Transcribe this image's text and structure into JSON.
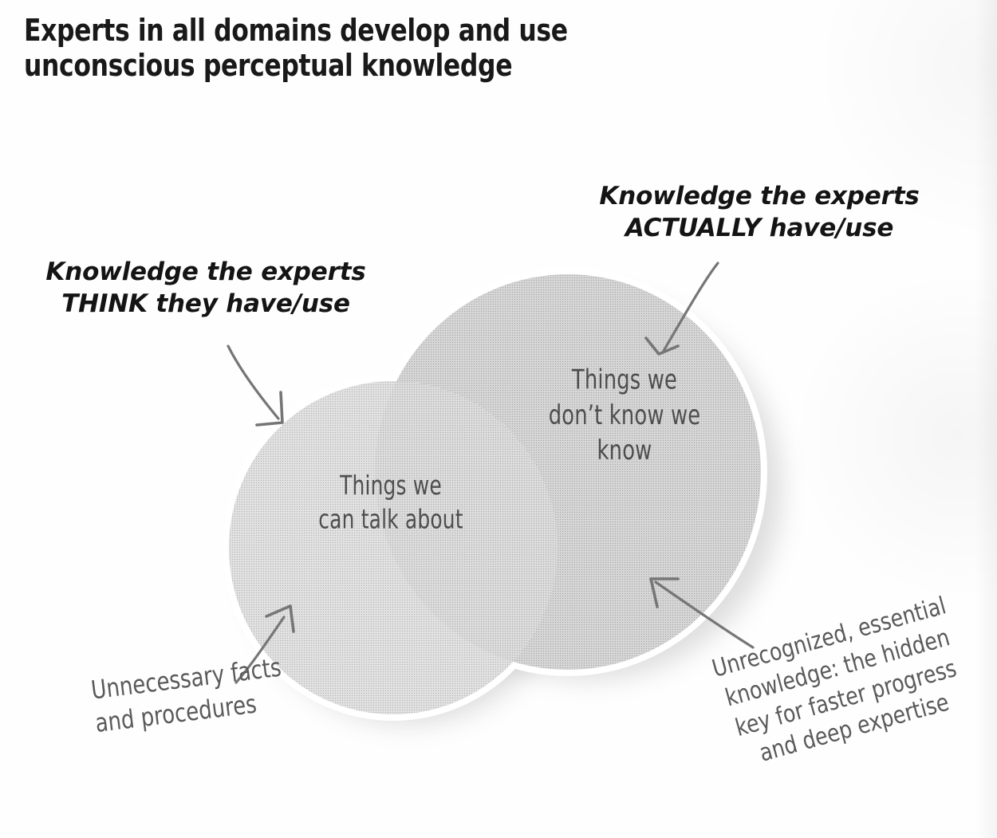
{
  "title": {
    "line1": "Experts in all domains develop and use",
    "line2": "unconscious perceptual knowledge"
  },
  "callouts": {
    "actually": {
      "line1": "Knowledge the experts",
      "line2": "ACTUALLY have/use"
    },
    "think": {
      "line1": "Knowledge the experts",
      "line2": "THINK they have/use"
    }
  },
  "venn": {
    "big_circle": {
      "label_line1": "Things we",
      "label_line2": "don’t know we",
      "label_line3": "know",
      "fill_color": "#d6d6d6",
      "meaning": "Knowledge the experts ACTUALLY have/use"
    },
    "small_circle": {
      "label_line1": "Things we",
      "label_line2": "can talk about",
      "fill_color": "#dedede",
      "meaning": "Knowledge the experts THINK they have/use"
    }
  },
  "annotations": {
    "unnecessary": {
      "line1": "Unnecessary facts",
      "line2": "and procedures"
    },
    "unrecognized": {
      "line1": "Unrecognized, essential",
      "line2": "knowledge: the hidden",
      "line3": "key for faster progress",
      "line4": "and deep expertise"
    }
  },
  "colors": {
    "text": "#141414",
    "hand_text": "#5a5a5a",
    "arrow": "#767676",
    "background": "#ffffff"
  }
}
